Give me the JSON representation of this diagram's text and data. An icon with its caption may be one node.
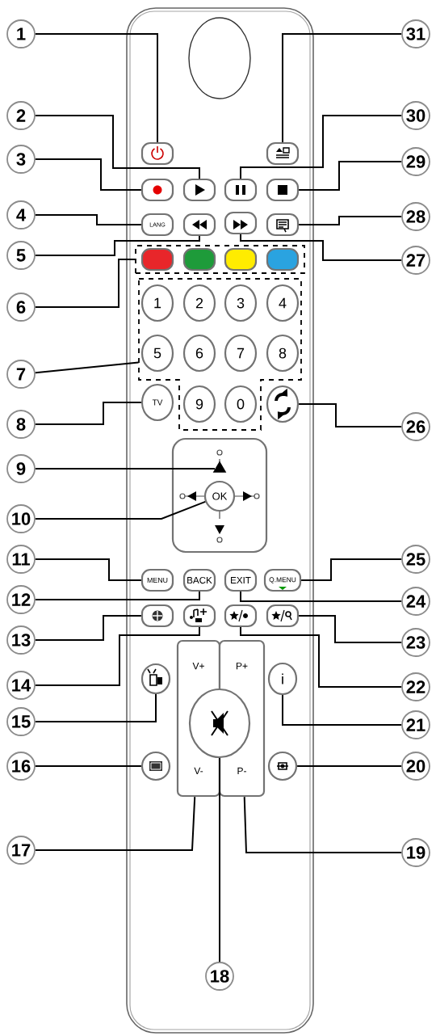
{
  "diagram": {
    "nodes": [
      {
        "text": [
          "1"
        ]
      },
      {
        "text": [
          "2"
        ]
      },
      {
        "text": [
          "3"
        ]
      },
      {
        "text": [
          "4"
        ]
      },
      {
        "text": [
          "5"
        ]
      },
      {
        "text": [
          "6"
        ]
      },
      {
        "text": [
          "7"
        ]
      },
      {
        "text": [
          "8"
        ]
      },
      {
        "text": [
          "9"
        ]
      },
      {
        "text": [
          "10"
        ]
      },
      {
        "text": [
          "11"
        ]
      },
      {
        "text": [
          "12"
        ]
      },
      {
        "text": [
          "13"
        ]
      },
      {
        "text": [
          "14"
        ]
      },
      {
        "text": [
          "15"
        ]
      },
      {
        "text": [
          "16"
        ]
      },
      {
        "text": [
          "17"
        ]
      },
      {
        "text": [
          "18"
        ]
      },
      {
        "text": [
          "19"
        ]
      },
      {
        "text": [
          "20"
        ]
      },
      {
        "text": [
          "21"
        ]
      },
      {
        "text": [
          "22"
        ]
      },
      {
        "text": [
          "23"
        ]
      },
      {
        "text": [
          "24"
        ]
      },
      {
        "text": [
          "25"
        ]
      },
      {
        "text": [
          "26"
        ]
      },
      {
        "text": [
          "27"
        ]
      },
      {
        "text": [
          "28"
        ]
      },
      {
        "text": [
          "29"
        ]
      },
      {
        "text": [
          "30"
        ]
      },
      {
        "text": [
          "31"
        ]
      },
      {
        "text": [],
        "shape": "button"
      },
      {
        "text": [],
        "shape": "button"
      },
      {
        "text": [],
        "shape": "button"
      },
      {
        "text": [
          "LANG"
        ]
      },
      {
        "text": [],
        "shape": "button"
      },
      {
        "text": [],
        "shape": "box"
      },
      {
        "text": [],
        "shape": "button",
        "in": 36
      },
      {
        "text": [],
        "shape": "button",
        "in": 36
      },
      {
        "text": [],
        "shape": "button",
        "in": 36
      },
      {
        "text": [],
        "shape": "button",
        "in": 36
      },
      {
        "text": [],
        "shape": "box"
      },
      {
        "text": [
          "1"
        ],
        "in": 41
      },
      {
        "text": [
          "2"
        ],
        "in": 41
      },
      {
        "text": [
          "3"
        ],
        "in": 41
      },
      {
        "text": [
          "4"
        ],
        "in": 41
      },
      {
        "text": [
          "5"
        ],
        "in": 41
      },
      {
        "text": [
          "6"
        ],
        "in": 41
      },
      {
        "text": [
          "7"
        ],
        "in": 41
      },
      {
        "text": [
          "8"
        ],
        "in": 41
      },
      {
        "text": [
          "9"
        ],
        "in": 41
      },
      {
        "text": [
          "0"
        ],
        "in": 41
      },
      {
        "text": [
          "TV"
        ]
      },
      {
        "text": [],
        "shape": "triangle"
      },
      {
        "text": [
          "OK"
        ]
      },
      {
        "text": [
          "MENU"
        ]
      },
      {
        "text": [
          "BACK"
        ]
      },
      {
        "text": [],
        "shape": "button"
      },
      {
        "text": [],
        "shape": "button"
      },
      {
        "text": [],
        "shape": "circle"
      },
      {
        "text": [],
        "shape": "circle"
      },
      {
        "text": [
          "V+",
          "V-"
        ]
      },
      {
        "text": [],
        "shape": "circle"
      },
      {
        "text": [
          "P+",
          "P-"
        ]
      },
      {
        "text": [],
        "shape": "circle"
      },
      {
        "text": [
          "i"
        ]
      },
      {
        "text": [],
        "shape": "button"
      },
      {
        "text": [],
        "shape": "button"
      },
      {
        "text": [
          "EXIT"
        ]
      },
      {
        "text": [
          "Q.MENU"
        ]
      },
      {
        "text": [],
        "shape": "circle"
      },
      {
        "text": [],
        "shape": "button"
      },
      {
        "text": [],
        "shape": "button"
      },
      {
        "text": [],
        "shape": "button"
      },
      {
        "text": [],
        "shape": "button"
      },
      {
        "text": [],
        "shape": "button"
      }
    ],
    "edges": [
      {
        "from": 0,
        "to": 31,
        "arrow": "none"
      },
      {
        "from": 1,
        "to": 32,
        "arrow": "none"
      },
      {
        "from": 2,
        "to": 33,
        "arrow": "none"
      },
      {
        "from": 3,
        "to": 34,
        "arrow": "none"
      },
      {
        "from": 4,
        "to": 35,
        "arrow": "none"
      },
      {
        "from": 5,
        "to": 36,
        "arrow": "none"
      },
      {
        "from": 6,
        "to": 41,
        "arrow": "none"
      },
      {
        "from": 7,
        "to": 52,
        "arrow": "none"
      },
      {
        "from": 8,
        "to": 53,
        "arrow": "none"
      },
      {
        "from": 9,
        "to": 54,
        "arrow": "none"
      },
      {
        "from": 10,
        "to": 55,
        "arrow": "none"
      },
      {
        "from": 11,
        "to": 56,
        "arrow": "none"
      },
      {
        "from": 12,
        "to": 57,
        "arrow": "none"
      },
      {
        "from": 13,
        "to": 58,
        "arrow": "none"
      },
      {
        "from": 14,
        "to": 59,
        "arrow": "none"
      },
      {
        "from": 15,
        "to": 60,
        "arrow": "none"
      },
      {
        "from": 16,
        "to": 61,
        "arrow": "none"
      },
      {
        "from": 17,
        "to": 62,
        "arrow": "none"
      },
      {
        "from": 18,
        "to": 63,
        "arrow": "none"
      },
      {
        "from": 19,
        "to": 64,
        "arrow": "none"
      },
      {
        "from": 20,
        "to": 65,
        "arrow": "none"
      },
      {
        "from": 21,
        "to": 66,
        "arrow": "none"
      },
      {
        "from": 22,
        "to": 67,
        "arrow": "none"
      },
      {
        "from": 23,
        "to": 68,
        "arrow": "none"
      },
      {
        "from": 24,
        "to": 69,
        "arrow": "none"
      },
      {
        "from": 25,
        "to": 70,
        "arrow": "none"
      },
      {
        "from": 26,
        "to": 71,
        "arrow": "none"
      },
      {
        "from": 27,
        "to": 72,
        "arrow": "none"
      },
      {
        "from": 28,
        "to": 73,
        "arrow": "none"
      },
      {
        "from": 29,
        "to": 74,
        "arrow": "none"
      },
      {
        "from": 30,
        "to": 75,
        "arrow": "none"
      }
    ]
  }
}
